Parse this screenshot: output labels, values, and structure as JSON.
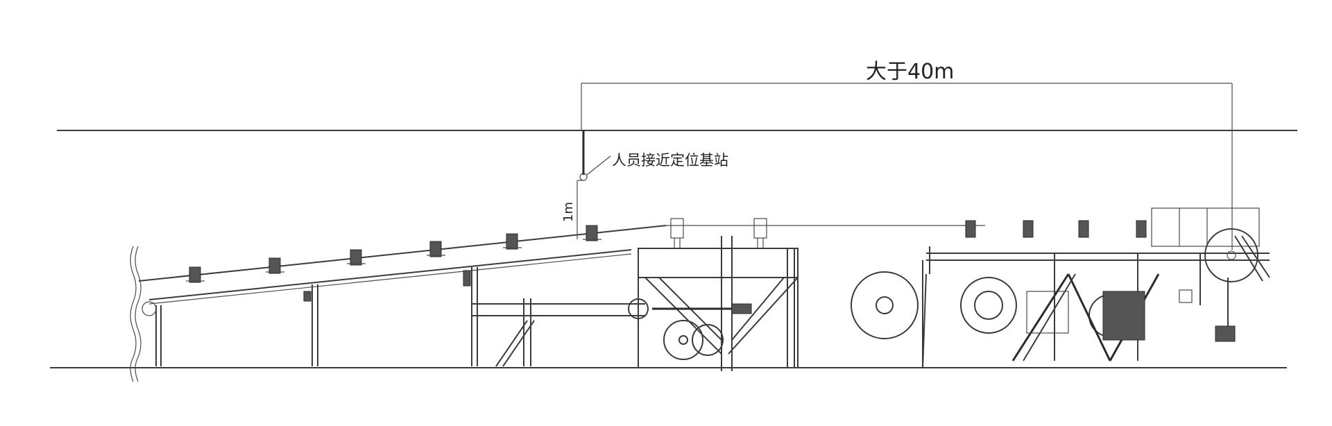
{
  "annotations": {
    "distance_label": "大于40m",
    "station_label": "人员接近定位基站",
    "height_label": "1m"
  },
  "colors": {
    "line": "#3a3a3a",
    "background": "#ffffff"
  }
}
